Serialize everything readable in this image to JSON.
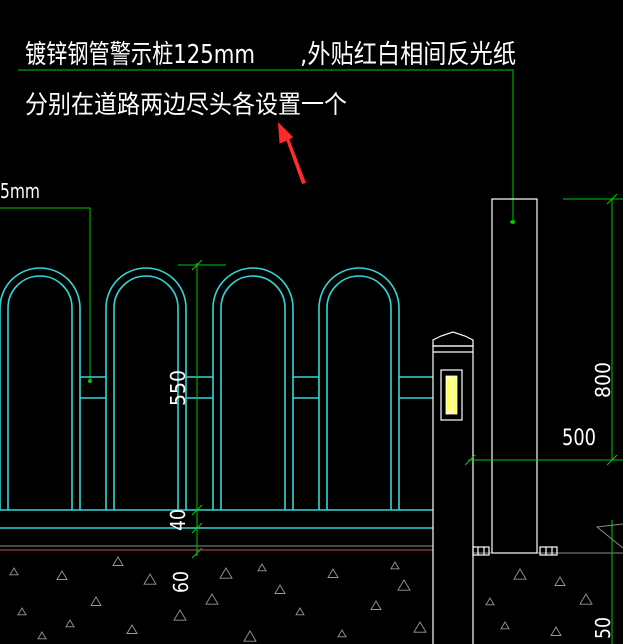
{
  "colors": {
    "background": "#000000",
    "leader": "#00c800",
    "fence": "#33d6d6",
    "outline": "#ffffff",
    "arrow": "#ff2a2a",
    "reflector": "#ffff66",
    "ground": "#c05050",
    "ground-grey": "#8c8c8c",
    "hatch": "#9a9a9a",
    "text": "#ffffff"
  },
  "annotations": {
    "bollard_label": "镀锌钢管警示桩125mm",
    "bollard_label_suffix": ",外贴红白相间反光纸",
    "placement_note": "分别在道路两边尽头各设置一个",
    "left_label": "5mm"
  },
  "dimensions": {
    "fence_height": "550",
    "rail_height": "40",
    "footing_depth": "60",
    "post_height": "800",
    "post_offset": "500",
    "post_depth": "50"
  },
  "icons": {
    "arrow": "red-arrow-icon"
  }
}
